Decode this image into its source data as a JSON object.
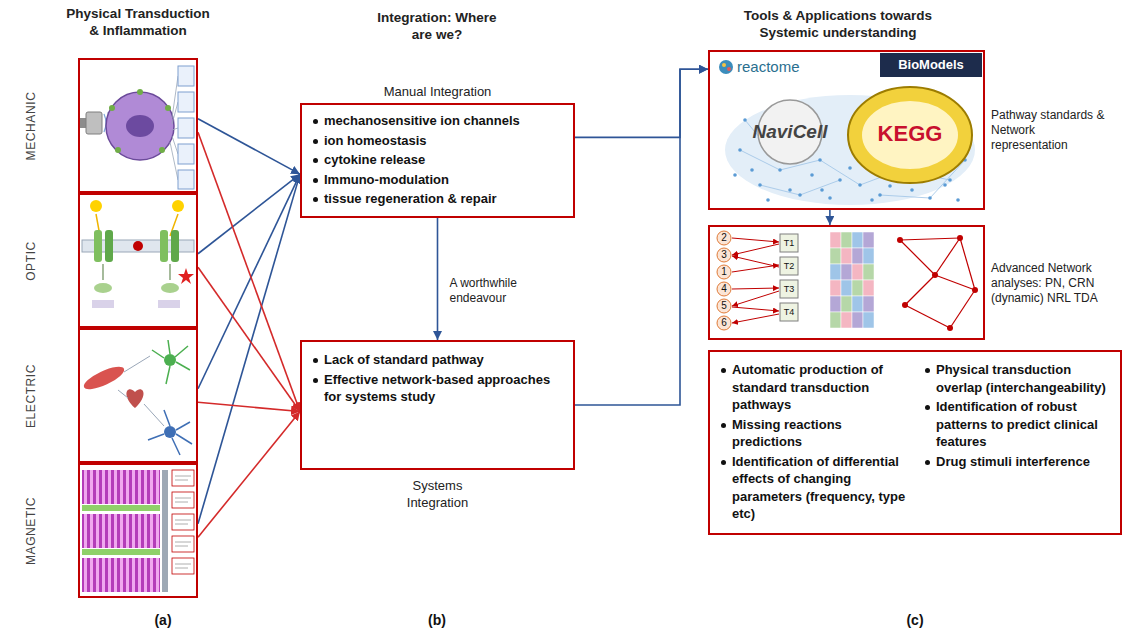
{
  "diagram": {
    "nodes": [
      {
        "text": [
          "MECHANIC"
        ]
      },
      {
        "text": [
          "OPTIC"
        ]
      },
      {
        "text": [
          "ELECTRIC"
        ]
      },
      {
        "text": [
          "MAGNETIC"
        ]
      },
      {
        "text": [
          "Manual Integration",
          "mechanosensitive ion channels",
          "ion homeostasis",
          "cytokine release",
          "Immuno-modulation",
          "tissue regeneration & repair"
        ]
      },
      {
        "text": [
          "Lack of standard pathway",
          "Effective network-based approaches for systems study",
          "Systems Integration"
        ]
      },
      {
        "text": [
          "Pathway standards & Network representation"
        ]
      },
      {
        "text": [
          "Advanced Network analyses: PN, CRN (dynamic) NRL TDA"
        ]
      },
      {
        "text": [
          "Automatic production of standard transduction pathways",
          "Missing reactions predictions",
          "Identification of differential effects of changing parameters (frequency, type etc)",
          "Physical transduction overlap (interchangeability)",
          "Identification of robust patterns to predict clinical features",
          "Drug stimuli interference"
        ]
      }
    ],
    "edges": [
      {
        "from": 0,
        "to": 4,
        "arrow": "to"
      },
      {
        "from": 1,
        "to": 4,
        "arrow": "to"
      },
      {
        "from": 2,
        "to": 4,
        "arrow": "to"
      },
      {
        "from": 3,
        "to": 4,
        "arrow": "to"
      },
      {
        "from": 0,
        "to": 5,
        "arrow": "to"
      },
      {
        "from": 1,
        "to": 5,
        "arrow": "to"
      },
      {
        "from": 2,
        "to": 5,
        "arrow": "to"
      },
      {
        "from": 3,
        "to": 5,
        "arrow": "to"
      },
      {
        "from": 4,
        "to": 5,
        "label": "A worthwhile endeavour",
        "arrow": "to"
      },
      {
        "from": 4,
        "to": 6,
        "arrow": "to"
      },
      {
        "from": 5,
        "to": 6,
        "arrow": "to"
      },
      {
        "from": 6,
        "to": 7,
        "arrow": "to"
      }
    ],
    "labels": [
      "Physical Transduction & Inflammation",
      "Integration: Where are we?",
      "Tools & Applications towards Systemic understanding",
      "reactome",
      "BioModels",
      "NaviCell",
      "KEGG",
      "2",
      "3",
      "1",
      "4",
      "5",
      "6",
      "T1",
      "T2",
      "T3",
      "T4",
      "(a)",
      "(b)",
      "(c)"
    ]
  }
}
